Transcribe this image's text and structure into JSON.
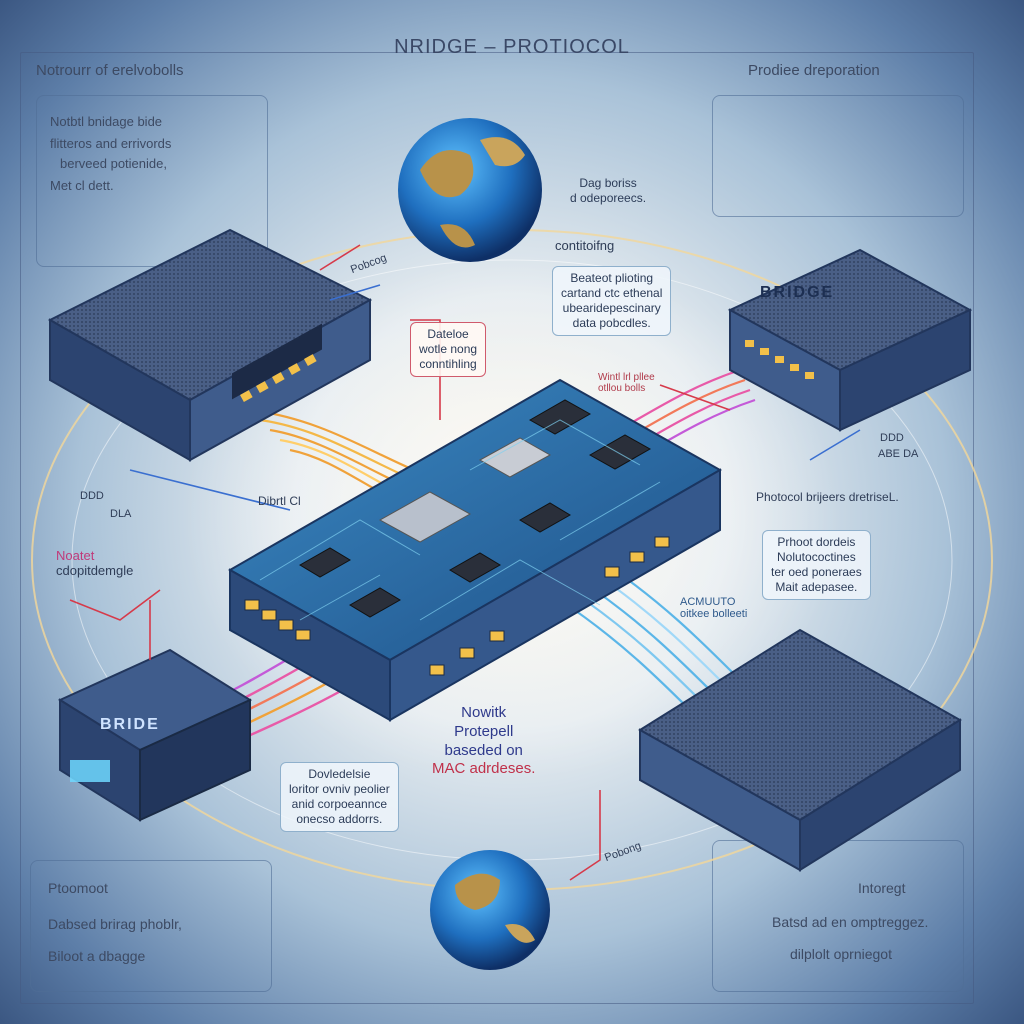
{
  "title": "NRIDGE – PROTIOCOL",
  "left_panel": {
    "header": "Notrourr of erelvobolls",
    "bullets": [
      "Notbtl bnidage bide",
      "flitteros and errivords",
      "berveed potienide,",
      "Met cl dett."
    ],
    "footer_bullets": [
      "Ptoomoot",
      "Dabsed brirag phoblr,",
      "Biloot a dbagge"
    ]
  },
  "right_panel": {
    "header": "Prodiee dreporation",
    "footer_lines": [
      "Intoregt",
      "Batsd ad en omptreggez.",
      "dilplolt oprniegot"
    ]
  },
  "callouts": {
    "top_mid": [
      "Dag boriss",
      "d odeporeecs."
    ],
    "monitoring": "contitoifng",
    "top_right": [
      "Beateot plioting",
      "cartand ctc ethenal",
      "ubearidepescinary",
      "data pobcdles."
    ],
    "center_red": [
      "Dateloe",
      "wotle nong",
      "conntihling"
    ],
    "wmtd": [
      "Wintl lrl pllee",
      "otllou bolls"
    ],
    "right_mid": [
      "Photocol brijeers dretriseL."
    ],
    "right_box": [
      "Prhoot dordeis",
      "Nolutococtines",
      "ter oed poneraes",
      "Mait adepasee."
    ],
    "bottom_center": [
      "Dovledelsie",
      "loritor ovniv peolier",
      "anid corpoeannce",
      "onecso addorrs."
    ],
    "mac": [
      "Nowitk",
      "Protepell",
      "baseded on",
      "MAC adrdeses."
    ],
    "left_mid": [
      "Noatet",
      "cdopitdemgle"
    ],
    "acmuto": [
      "ACMUUTO",
      "oitkee bolleeti"
    ]
  },
  "labels": {
    "pobog_top": "Pobcog",
    "pobog_bottom": "Pobong",
    "dbrti": "Dibrtl Cl",
    "ddd_left": "DDD",
    "ddd_left2": "DLA",
    "ddd_right": "DDD",
    "ddd_right2": "ABE DA",
    "brige_left": "BRIDE",
    "brige_right": "BRIDGE"
  },
  "colors": {
    "device_body": "#3f5c8c",
    "device_dark": "#22365c",
    "board": "#2f6ea6",
    "wire_warm": "#f0a23a",
    "wire_pink": "#e85aa8",
    "wire_blue": "#5bb6e8",
    "globe_ocean": "#1f6fbf",
    "globe_land": "#b8924a",
    "arrow_red": "#d63a4a",
    "arrow_blue": "#3a6fd0"
  }
}
